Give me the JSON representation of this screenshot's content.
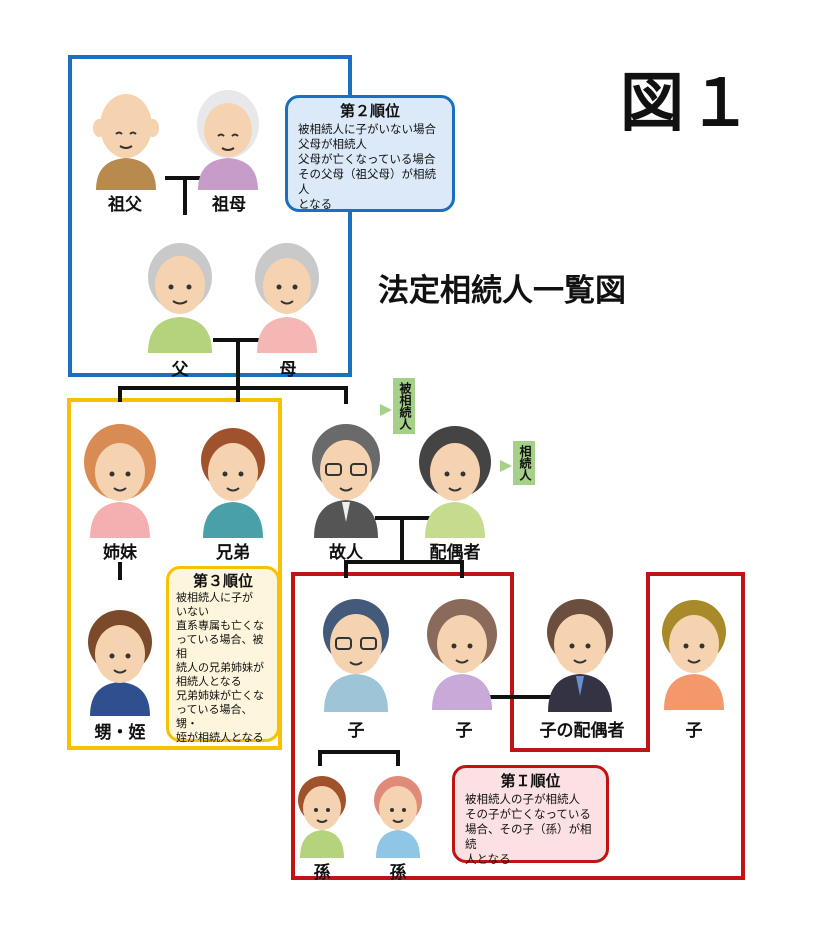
{
  "figure_label": "図１",
  "title": "法定相続人一覧図",
  "people": {
    "grandfather": "祖父",
    "grandmother": "祖母",
    "father": "父",
    "mother": "母",
    "sister": "姉妹",
    "brother": "兄弟",
    "niece_nephew": "甥・姪",
    "deceased": "故人",
    "spouse": "配偶者",
    "child1": "子",
    "child2": "子",
    "child_spouse": "子の配偶者",
    "child3": "子",
    "grandchild1": "孫",
    "grandchild2": "孫"
  },
  "tags": {
    "deceased_tag": "被相続人",
    "spouse_tag": "相続人"
  },
  "notes": {
    "rank2": {
      "title": "第２順位",
      "body": "被相続人に子がいない場合\n父母が相続人\n父母が亡くなっている場合\nその父母（祖父母）が相続人\nとなる"
    },
    "rank3": {
      "title": "第３順位",
      "body": "被相続人に子が\nいない\n直系専属も亡くな\nっている場合、被相\n続人の兄弟姉妹が\n相続人となる\n兄弟姉妹が亡くな\nっている場合、甥・\n姪が相続人となる"
    },
    "rank1": {
      "title": "第Ｉ順位",
      "body": "被相続人の子が相続人\nその子が亡くなっている\n場合、その子（孫）が相続\n人となる"
    }
  },
  "colors": {
    "rank1": "#c01414",
    "rank2": "#1a6fbe",
    "rank3": "#f5c100",
    "tag": "#a5d08a"
  }
}
